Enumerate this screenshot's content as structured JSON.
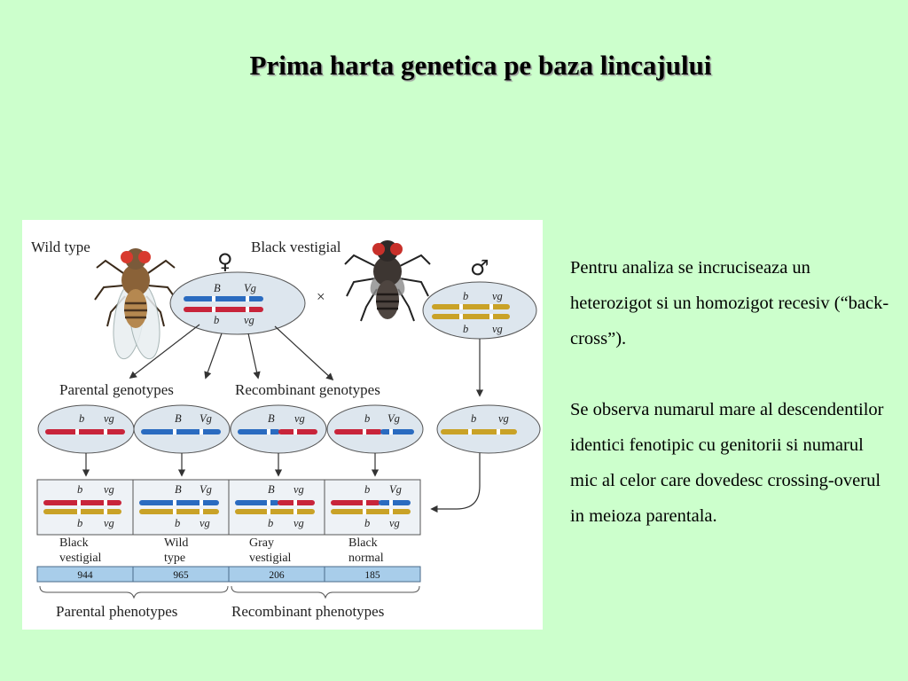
{
  "title": "Prima harta genetica pe baza lincajului",
  "diagram": {
    "wild_type": "Wild type",
    "black_vestigial": "Black vestigial",
    "female_symbol": "♀",
    "male_symbol": "♂",
    "cross_symbol": "×",
    "parental_genotypes": "Parental genotypes",
    "recombinant_genotypes": "Recombinant genotypes",
    "parental_phenotypes": "Parental phenotypes",
    "recombinant_phenotypes": "Recombinant phenotypes",
    "genes": {
      "B": "B",
      "b": "b",
      "Vg": "Vg",
      "vg": "vg"
    },
    "phenotypes": [
      {
        "line1": "Black",
        "line2": "vestigial",
        "count": "944"
      },
      {
        "line1": "Wild",
        "line2": "type",
        "count": "965"
      },
      {
        "line1": "Gray",
        "line2": "vestigial",
        "count": "206"
      },
      {
        "line1": "Black",
        "line2": "normal",
        "count": "185"
      }
    ],
    "colors": {
      "red": "#c8243a",
      "blue": "#2a6bc0",
      "gold": "#c9a227",
      "oval": "#dde6ee",
      "countbar": "#a8cdea"
    }
  },
  "paragraph1": "Pentru analiza se incruciseaza un heterozigot si un homozigot recesiv (“back-cross”).",
  "paragraph2": "Se observa numarul mare al descendentilor identici fenotipic cu genitorii si numarul mic al celor care dovedesc crossing-overul in meioza parentala."
}
